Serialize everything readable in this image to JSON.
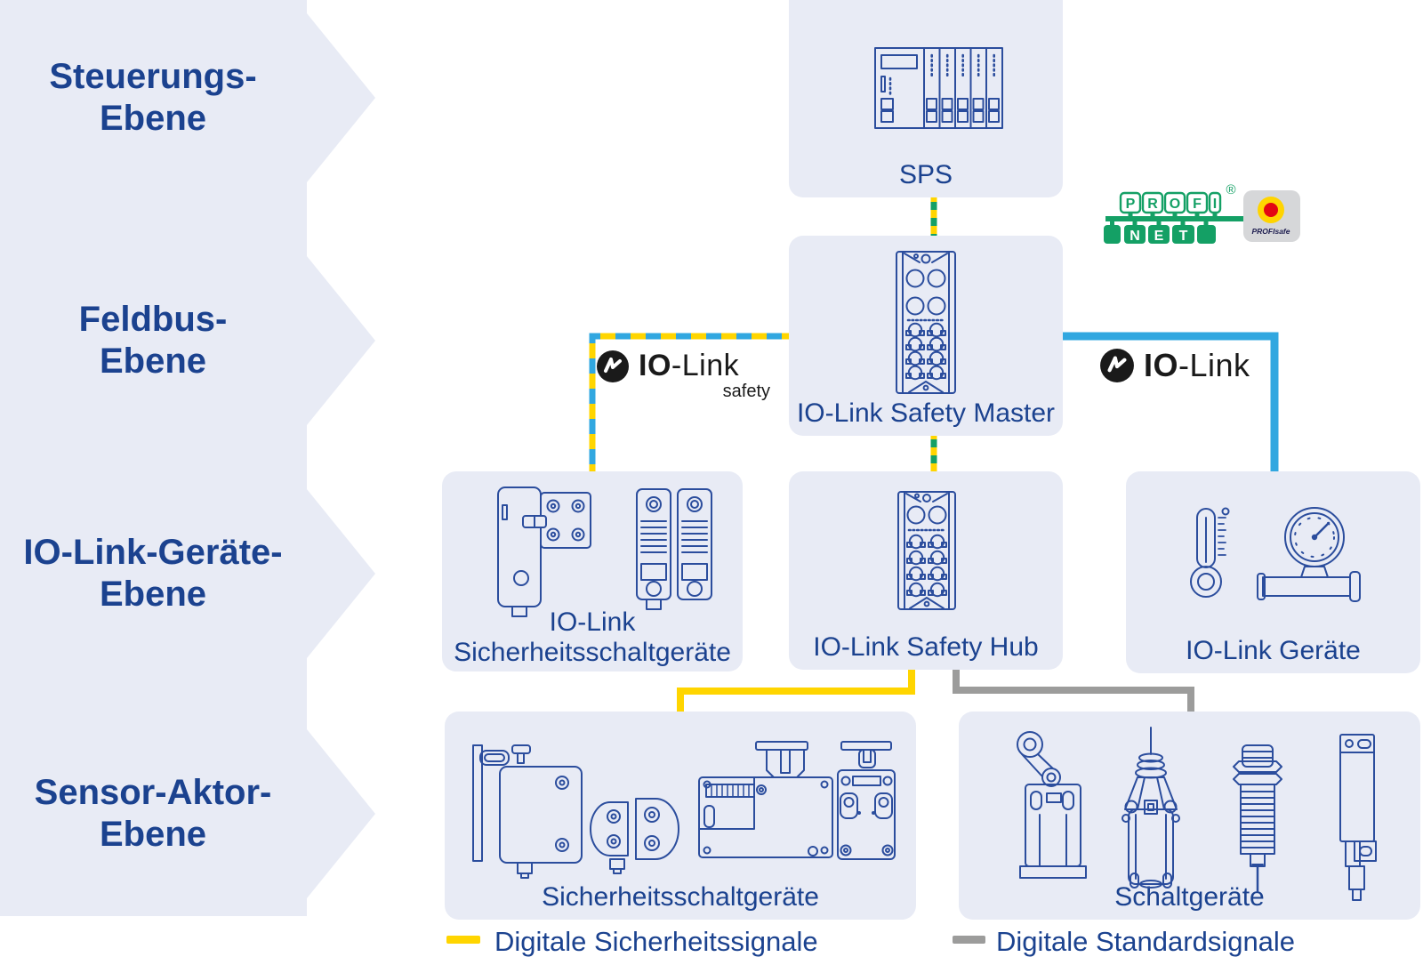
{
  "palette": {
    "box_bg": "#e8ebf5",
    "label_blue": "#1b428f",
    "art_blue": "#2b4d9d",
    "signal_yellow": "#ffd500",
    "signal_gray": "#9c9c9b",
    "iolink_cyan": "#31a7e0",
    "profinet_green": "#14a065",
    "profisafe_red": "#e30613",
    "profisafe_badge_gray": "#d6d7d9",
    "logo_black": "#1a1a1a"
  },
  "levels": [
    {
      "line1": "Steuerungs-",
      "line2": "Ebene"
    },
    {
      "line1": "Feldbus-",
      "line2": "Ebene"
    },
    {
      "line1": "IO-Link-Geräte-",
      "line2": "Ebene"
    },
    {
      "line1": "Sensor-Aktor-",
      "line2": "Ebene"
    }
  ],
  "boxes": {
    "sps": {
      "label": "SPS"
    },
    "master": {
      "label": "IO-Link Safety Master"
    },
    "safety_devices": {
      "line1": "IO-Link",
      "line2": "Sicherheitsschaltgeräte"
    },
    "hub": {
      "label": "IO-Link Safety Hub"
    },
    "io_devices": {
      "label": "IO-Link Geräte"
    },
    "safety_switches": {
      "label": "Sicherheitsschaltgeräte"
    },
    "switches": {
      "label": "Schaltgeräte"
    }
  },
  "logos": {
    "io_link_safety": {
      "bold": "IO",
      "rest": "-Link",
      "sub": "safety"
    },
    "io_link": {
      "bold": "IO",
      "rest": "-Link"
    },
    "profinet": {
      "top": [
        "P",
        "R",
        "O",
        "F",
        "I"
      ],
      "bottom": [
        "N",
        "E",
        "T"
      ],
      "registered": "®"
    },
    "profisafe": {
      "label": "PROFIsafe"
    }
  },
  "legend": [
    {
      "label": "Digitale Sicherheitssignale"
    },
    {
      "label": "Digitale Standardsignale"
    }
  ]
}
